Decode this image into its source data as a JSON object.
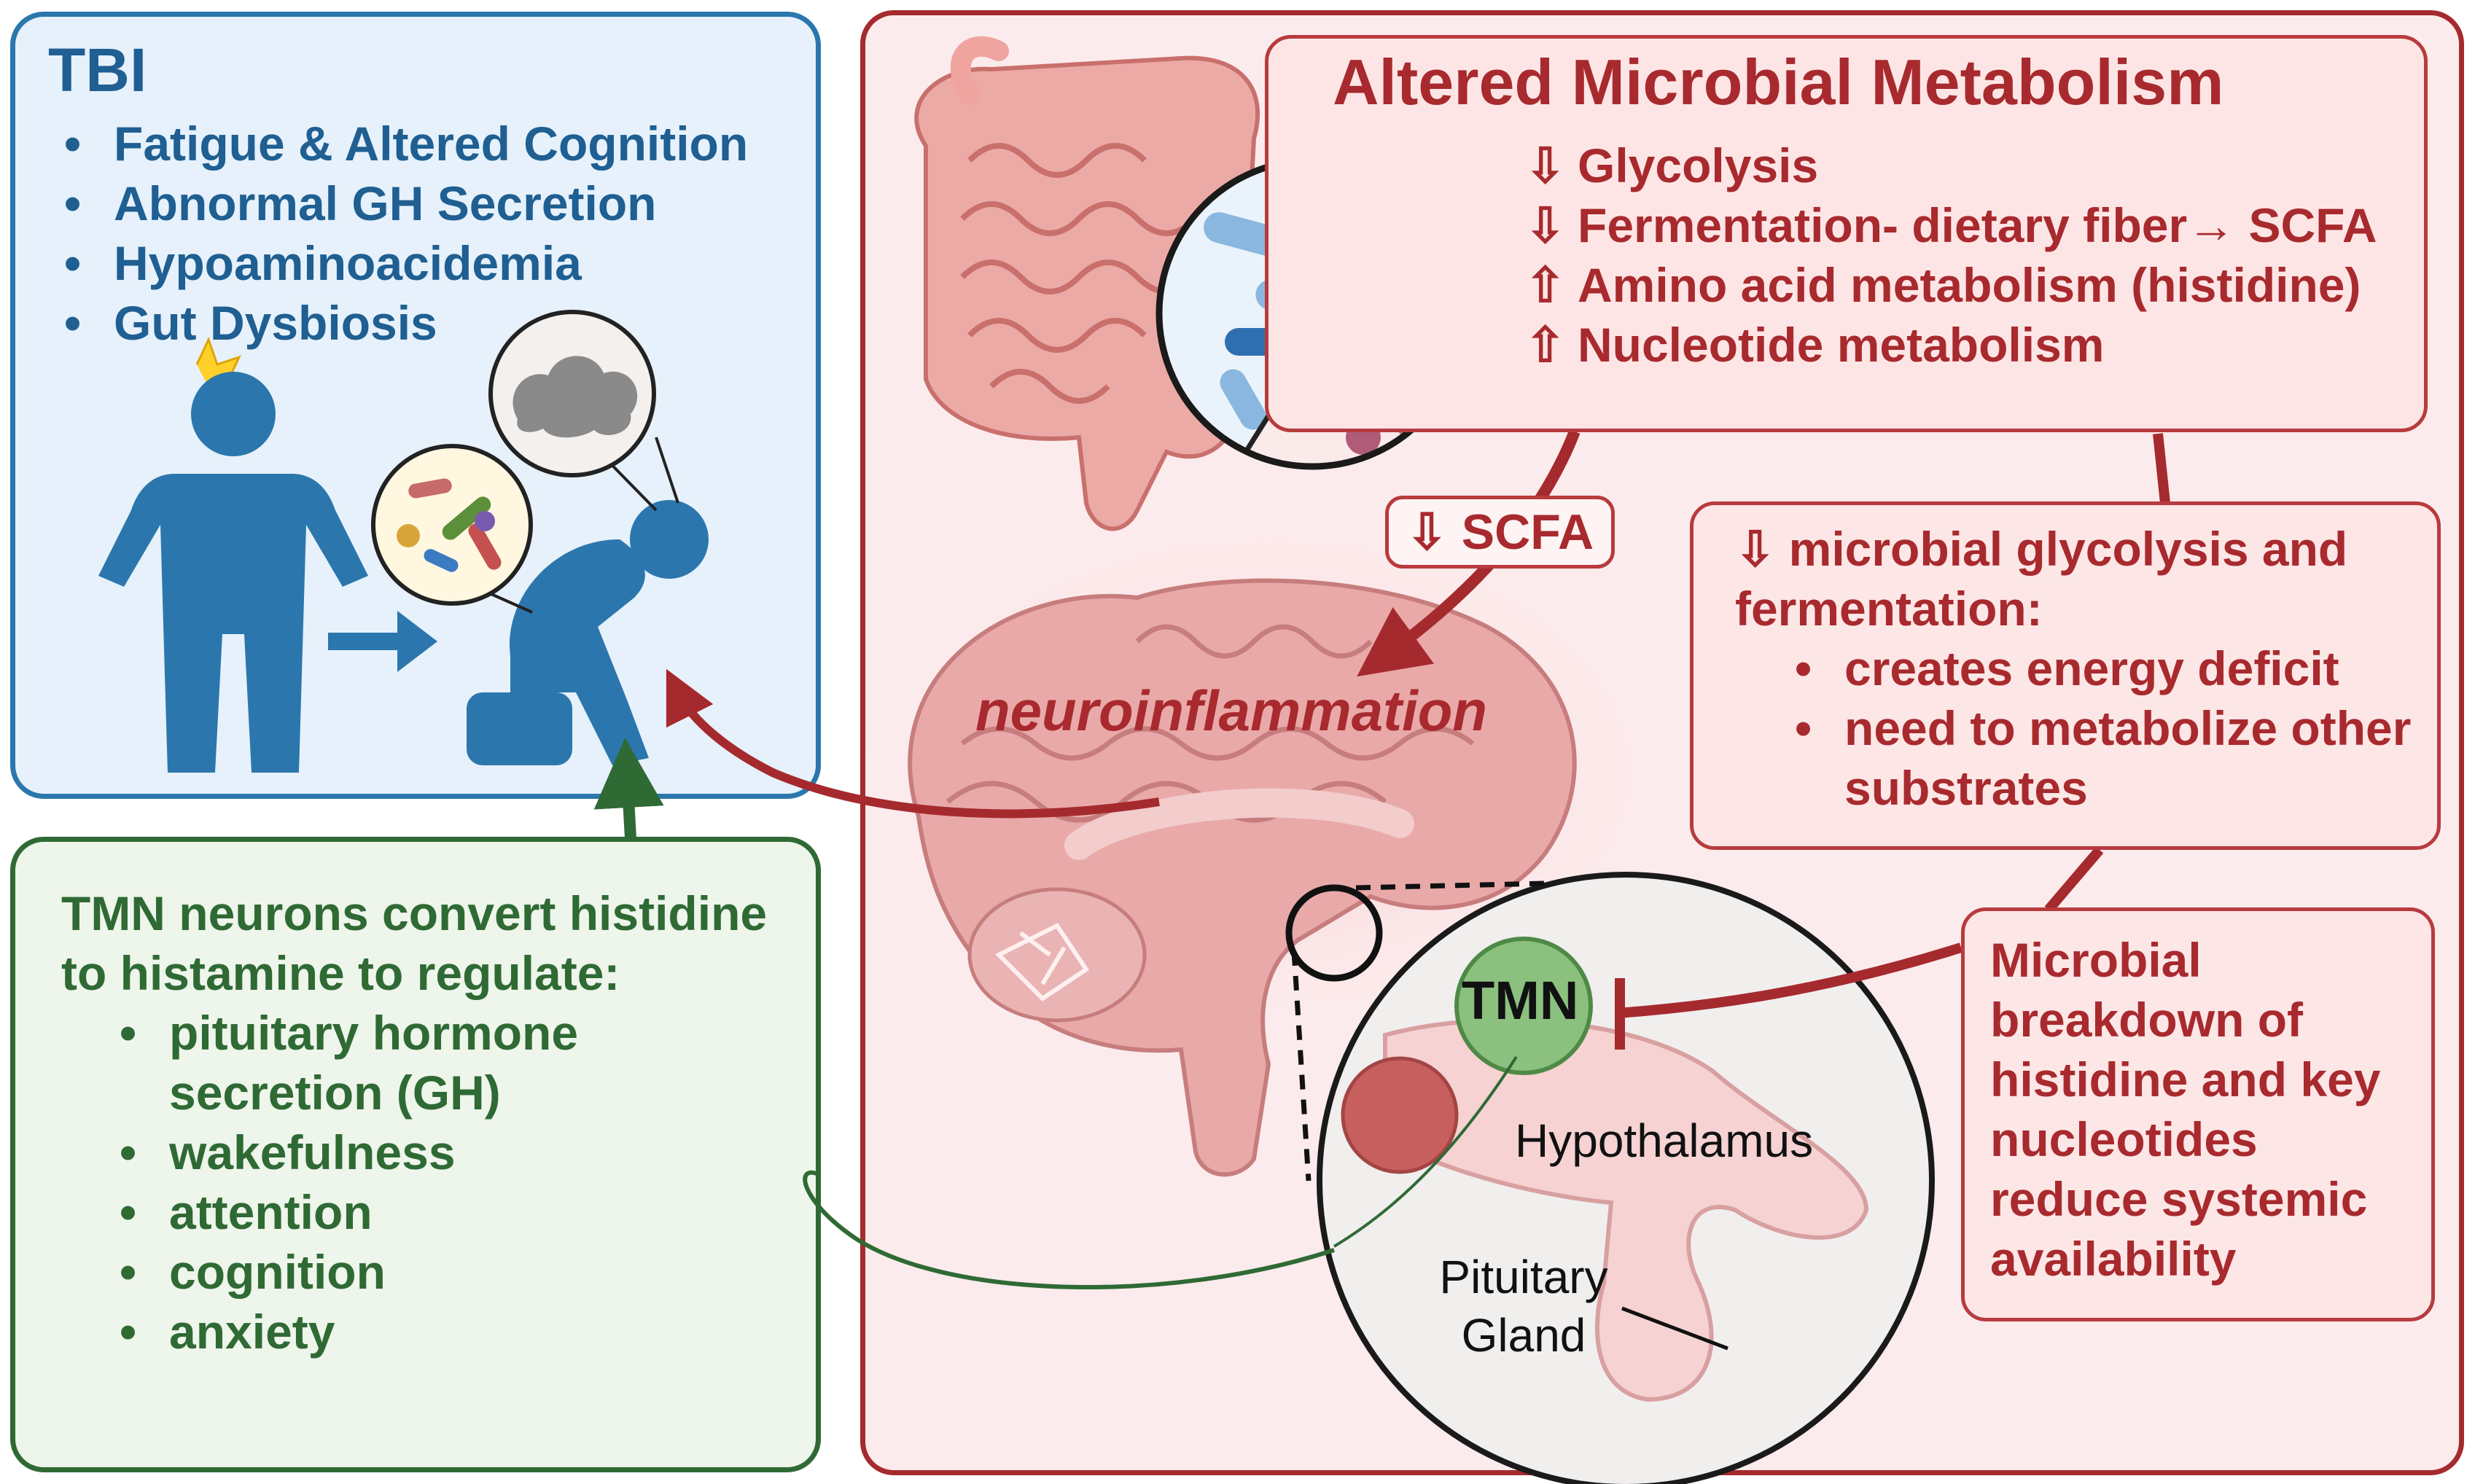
{
  "tbi": {
    "title": "TBI",
    "items": [
      "Fatigue & Altered Cognition",
      "Abnormal GH Secretion",
      "Hypoaminoacidemia",
      "Gut Dysbiosis"
    ]
  },
  "metabolism": {
    "title": "Altered Microbial Metabolism",
    "items": [
      {
        "arrow": "⇩",
        "text": "Glycolysis"
      },
      {
        "arrow": "⇩",
        "text": "Fermentation- dietary fiber→ SCFA"
      },
      {
        "arrow": "⇧",
        "text": "Amino acid metabolism (histidine)"
      },
      {
        "arrow": "⇧",
        "text": "Nucleotide metabolism"
      }
    ]
  },
  "scfa_label": "⇩ SCFA",
  "glycolysis_box": {
    "heading": "⇩ microbial glycolysis and fermentation:",
    "items": [
      "creates energy deficit",
      "need to metabolize other substrates"
    ]
  },
  "breakdown_box": {
    "text": "Microbial breakdown of histidine and key nucleotides reduce systemic availability"
  },
  "tmn_box": {
    "heading": "TMN neurons convert histidine to histamine to regulate:",
    "items": [
      "pituitary hormone secretion (GH)",
      "wakefulness",
      "attention",
      "cognition",
      "anxiety"
    ]
  },
  "brain_labels": {
    "neuroinflammation": "neuroinflammation",
    "tmn": "TMN",
    "hypothalamus": "Hypothalamus",
    "pituitary": "Pituitary Gland"
  },
  "colors": {
    "tbi_blue": "#2b77ad",
    "tmn_green": "#2f6a35",
    "metabolism_red": "#a52a2e",
    "brain_pink": "#e9a9a9"
  }
}
